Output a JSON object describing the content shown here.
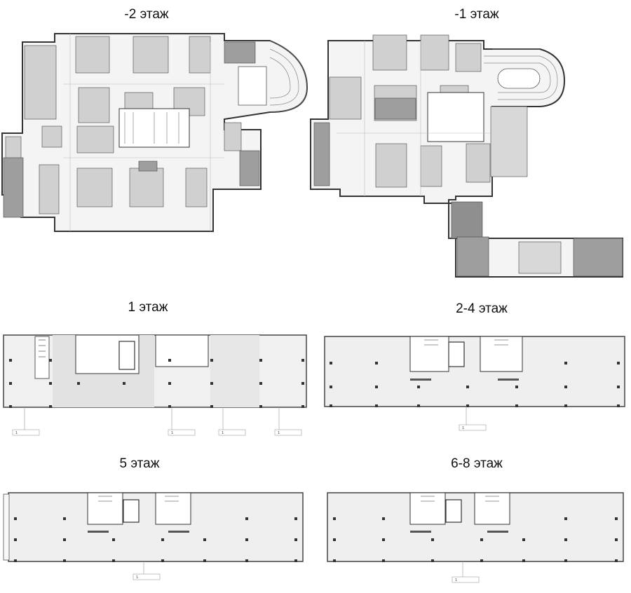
{
  "floors": {
    "b2": {
      "title": "-2 этаж"
    },
    "b1": {
      "title": "-1 этаж"
    },
    "f1": {
      "title": "1 этаж",
      "labels": [
        "1",
        "1",
        "1",
        "1"
      ]
    },
    "f24": {
      "title": "2-4 этаж",
      "labels": [
        "1"
      ]
    },
    "f5": {
      "title": "5 этаж",
      "labels": [
        "1"
      ]
    },
    "f68": {
      "title": "6-8 этаж",
      "labels": [
        "1"
      ]
    }
  }
}
